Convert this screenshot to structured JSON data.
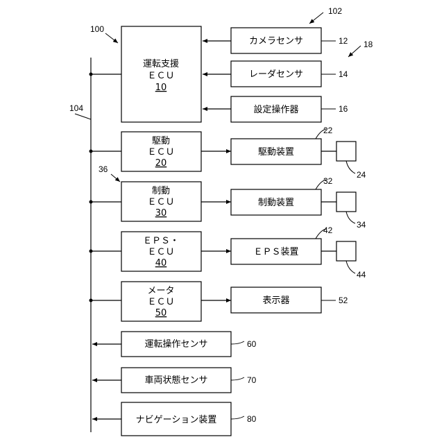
{
  "labels": {
    "ref_102": "102",
    "ref_100": "100",
    "ref_18": "18",
    "ref_104": "104",
    "ref_36": "36"
  },
  "ecus": [
    {
      "line1": "運転支援",
      "line2": "ＥＣＵ",
      "id": "10"
    },
    {
      "line1": "駆動",
      "line2": "ＥＣＵ",
      "id": "20"
    },
    {
      "line1": "制動",
      "line2": "ＥＣＵ",
      "id": "30"
    },
    {
      "line1": "ＥＰＳ・",
      "line2": "ＥＣＵ",
      "id": "40"
    },
    {
      "line1": "メータ",
      "line2": "ＥＣＵ",
      "id": "50"
    }
  ],
  "sensors": [
    {
      "label": "カメラセンサ",
      "ref": "12"
    },
    {
      "label": "レーダセンサ",
      "ref": "14"
    },
    {
      "label": "設定操作器",
      "ref": "16"
    }
  ],
  "devices": [
    {
      "label": "駆動装置",
      "ref": "22",
      "ref_small": "24"
    },
    {
      "label": "制動装置",
      "ref": "32",
      "ref_small": "34"
    },
    {
      "label": "ＥＰＳ装置",
      "ref": "42",
      "ref_small": "44"
    },
    {
      "label": "表示器",
      "ref": "52"
    }
  ],
  "bottom_sensors": [
    {
      "label": "運転操作センサ",
      "ref": "60"
    },
    {
      "label": "車両状態センサ",
      "ref": "70"
    },
    {
      "label": "ナビゲーション装置",
      "ref": "80"
    }
  ]
}
